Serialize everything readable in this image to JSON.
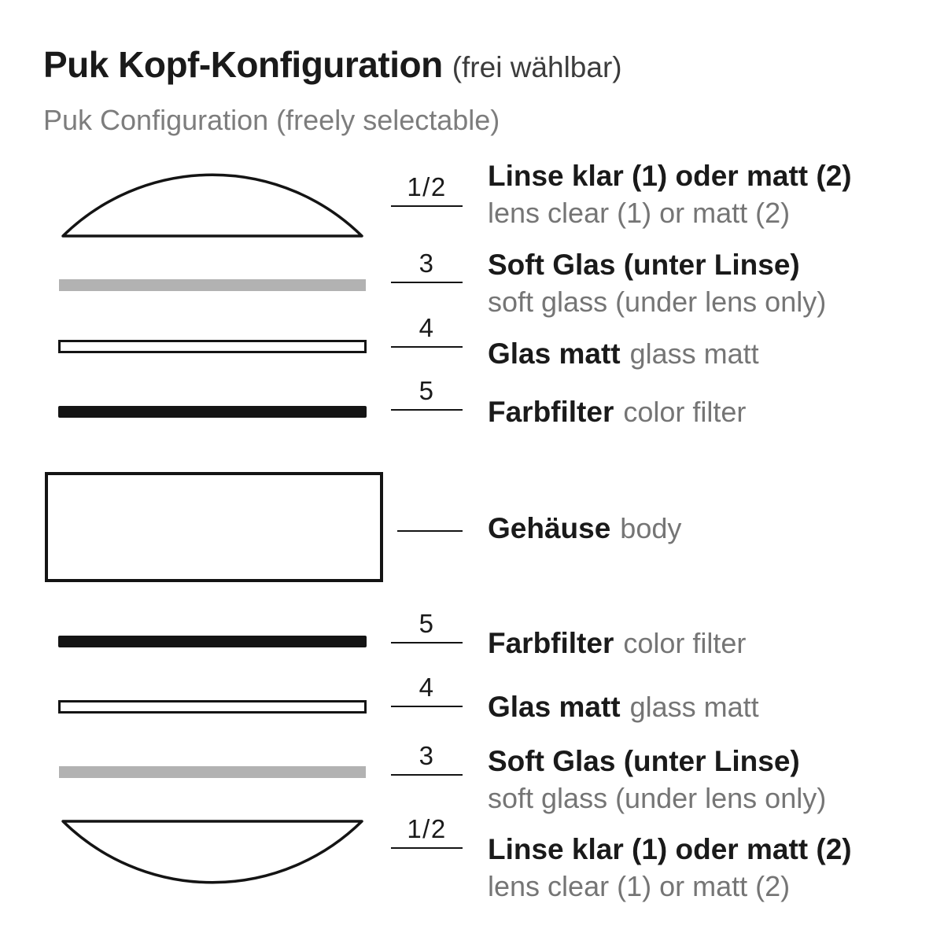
{
  "header": {
    "title_de": "Puk Kopf-Konfiguration",
    "title_suffix": "(frei wählbar)",
    "subtitle_en": "Puk Configuration (freely selectable)"
  },
  "parts": {
    "lens": {
      "number": "1/2",
      "label_de": "Linse klar (1) oder matt (2)",
      "label_en": "lens clear (1) or matt (2)"
    },
    "soft_glass": {
      "number": "3",
      "label_de": "Soft Glas (unter Linse)",
      "label_en": "soft glass (under lens only)"
    },
    "matt_glass": {
      "number": "4",
      "label_de": "Glas matt",
      "label_en": "glass matt"
    },
    "color_filter": {
      "number": "5",
      "label_de": "Farbfilter",
      "label_en": "color filter"
    },
    "body": {
      "label_de": "Gehäuse",
      "label_en": "body"
    }
  },
  "colors": {
    "ink": "#1a1a1a",
    "muted": "#757575",
    "soft_glass_bar": "#b2b2b2"
  }
}
